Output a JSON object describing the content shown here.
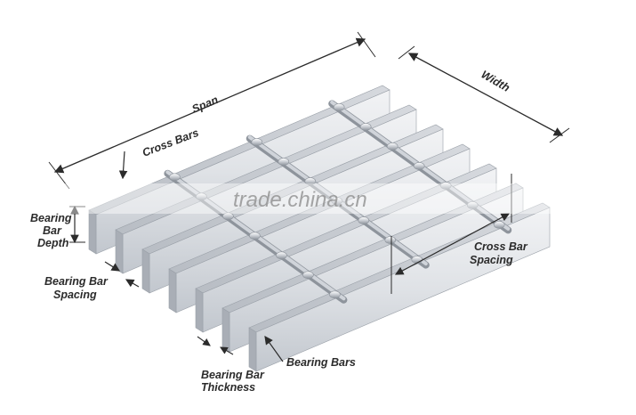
{
  "labels": {
    "span": "Span",
    "width": "Width",
    "cross_bars": "Cross Bars",
    "bearing_bar_depth": [
      "Bearing",
      "Bar",
      "Depth"
    ],
    "bearing_bar_spacing": [
      "Bearing Bar",
      "Spacing"
    ],
    "cross_bar_spacing": [
      "Cross Bar",
      "Spacing"
    ],
    "bearing_bars": "Bearing Bars",
    "bearing_bar_thickness": [
      "Bearing Bar",
      "Thickness"
    ]
  },
  "watermark": "trade.china.cn",
  "colors": {
    "line": "#2b2b2b",
    "bar_top": "#c8ccd2",
    "bar_face": "#e6e8ec",
    "bar_edge": "#9aa0a8",
    "rod": "#d0d4da"
  }
}
